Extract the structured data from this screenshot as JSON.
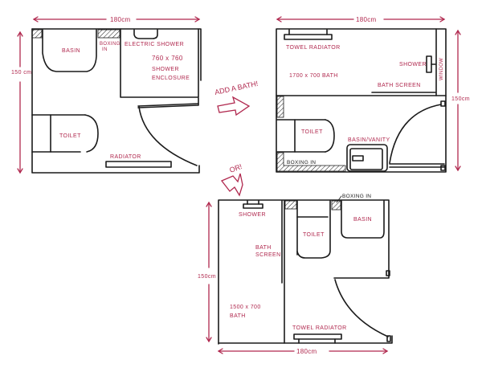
{
  "colors": {
    "ink": "#1a1a1a",
    "annotation": "#b0284e",
    "background": "#ffffff"
  },
  "plan_original": {
    "width_label": "180cm",
    "height_label": "150 cm",
    "labels": {
      "basin": "BASIN",
      "boxing_in_1": "BOXING",
      "boxing_in_2": "IN",
      "electric_shower": "ELECTRIC SHOWER",
      "shower_size": "760 x 760",
      "shower_line2": "SHOWER",
      "shower_line3": "ENCLOSURE",
      "toilet": "TOILET",
      "radiator": "RADIATOR"
    }
  },
  "plan_option_a": {
    "width_label": "180cm",
    "height_label": "150cm",
    "labels": {
      "towel_radiator": "TOWEL RADIATOR",
      "shower": "SHOWER",
      "bath": "1700 x 700 BATH",
      "bath_screen": "BATH SCREEN",
      "window": "WINDOW",
      "toilet": "TOILET",
      "basin_vanity": "BASIN/VANITY",
      "boxing_in": "BOXING IN"
    }
  },
  "plan_option_b": {
    "width_label": "180cm",
    "height_label": "150cm",
    "labels": {
      "shower": "SHOWER",
      "boxing_in": "BOXING IN",
      "basin": "BASIN",
      "toilet": "TOILET",
      "bath_screen_1": "BATH",
      "bath_screen_2": "SCREEN",
      "bath_1": "1500 x 700",
      "bath_2": "BATH",
      "towel_radiator": "TOWEL RADIATOR"
    }
  },
  "annotations": {
    "add_a_bath": "ADD A BATH!",
    "or": "OR!"
  }
}
